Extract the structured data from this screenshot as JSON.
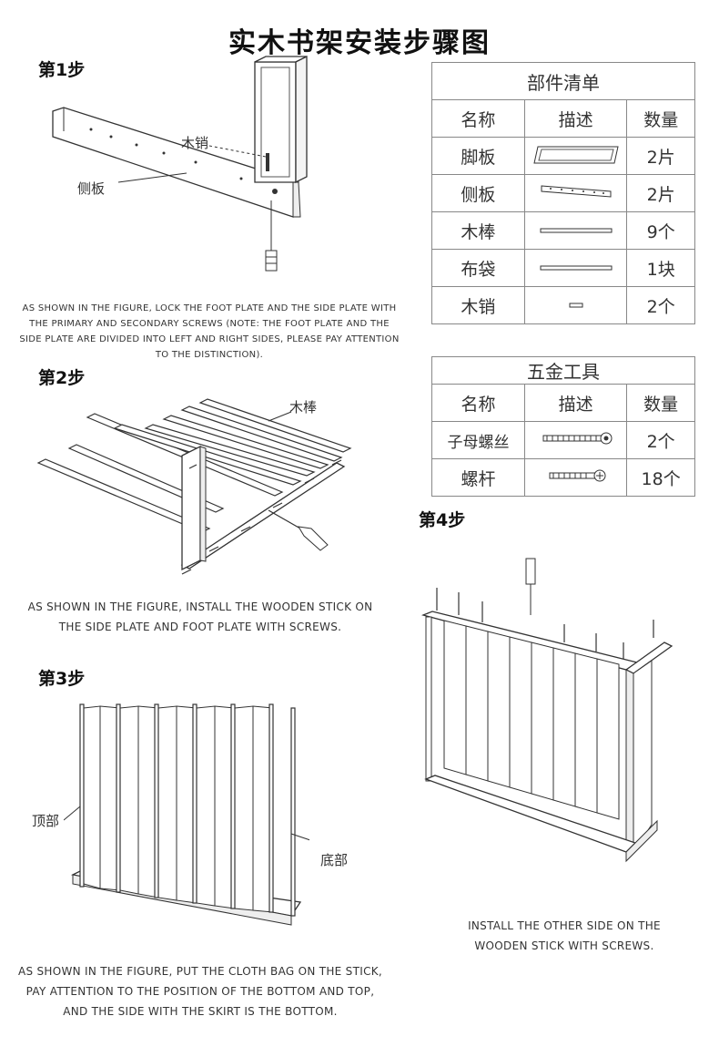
{
  "title": "实木书架安装步骤图",
  "steps": {
    "s1": "第1步",
    "s2": "第2步",
    "s3": "第3步",
    "s4": "第4步"
  },
  "labels": {
    "wood_pin": "木销",
    "side_plate": "侧板",
    "wooden_stick": "木棒",
    "top": "顶部",
    "bottom": "底部"
  },
  "captions": {
    "step1": "As shown in the figure, lock the foot plate and the side plate with the primary and secondary screws (note: the foot plate and the side plate are divided into left and right sides, please pay attention to the distinction).",
    "step2": "As shown in the figure, install the wooden stick on the side plate and foot plate with screws.",
    "step3": "As shown in the figure, put the cloth bag on the stick, pay attention to the position of the bottom and top, and the side with the skirt is the bottom.",
    "step4": "Install the other side on the wooden stick with screws."
  },
  "parts_table": {
    "title": "部件清单",
    "headers": [
      "名称",
      "描述",
      "数量"
    ],
    "rows": [
      {
        "name": "脚板",
        "icon": "foot-plate-icon",
        "qty": "2片"
      },
      {
        "name": "侧板",
        "icon": "side-plate-icon",
        "qty": "2片"
      },
      {
        "name": "木棒",
        "icon": "wooden-stick-icon",
        "qty": "9个"
      },
      {
        "name": "布袋",
        "icon": "cloth-bag-icon",
        "qty": "1块"
      },
      {
        "name": "木销",
        "icon": "wood-pin-icon",
        "qty": "2个"
      }
    ]
  },
  "hardware_table": {
    "title": "五金工具",
    "headers": [
      "名称",
      "描述",
      "数量"
    ],
    "rows": [
      {
        "name": "子母螺丝",
        "icon": "primary-secondary-screw-icon",
        "qty": "2个"
      },
      {
        "name": "螺杆",
        "icon": "screw-rod-icon",
        "qty": "18个"
      }
    ]
  }
}
